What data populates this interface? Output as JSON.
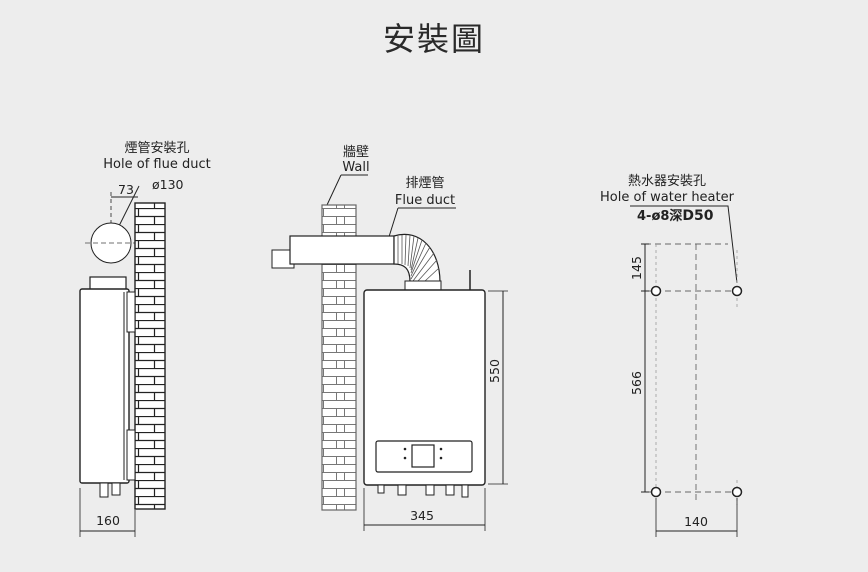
{
  "title": "安裝圖",
  "side_view": {
    "label_zh": "煙管安裝孔",
    "label_en": "Hole of flue duct",
    "dim_offset": "73",
    "dim_diameter": "ø130",
    "dim_depth": "160"
  },
  "front_view": {
    "wall_zh": "牆壁",
    "wall_en": "Wall",
    "flue_zh": "排煙管",
    "flue_en": "Flue duct",
    "dim_height": "550",
    "dim_width": "345"
  },
  "mount_view": {
    "label_zh": "熱水器安裝孔",
    "label_en": "Hole of water heater",
    "hole_spec_prefix": "4-ø8深",
    "hole_spec_depth": "D50",
    "dim_top": "145",
    "dim_vertical": "566",
    "dim_horizontal": "140"
  }
}
